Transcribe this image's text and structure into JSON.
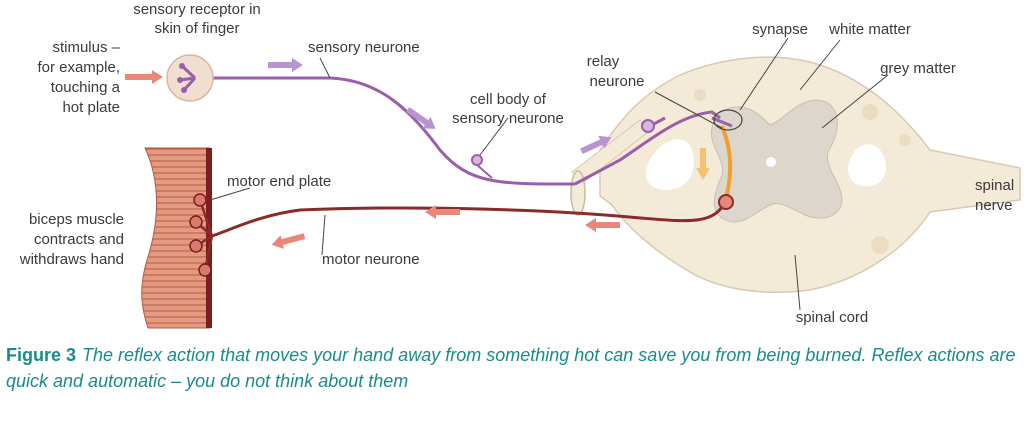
{
  "labels": {
    "receptor_1": "sensory receptor in",
    "receptor_2": "skin of finger",
    "stimulus_1": "stimulus –",
    "stimulus_2": "for example,",
    "stimulus_3": "touching a",
    "stimulus_4": "hot plate",
    "sensory_neurone": "sensory neurone",
    "cell_body_1": "cell body of",
    "cell_body_2": "sensory neurone",
    "relay_1": "relay",
    "relay_2": "neurone",
    "synapse": "synapse",
    "white_matter": "white matter",
    "grey_matter": "grey matter",
    "spinal_nerve_1": "spinal",
    "spinal_nerve_2": "nerve",
    "spinal_cord": "spinal cord",
    "motor_end_plate": "motor end plate",
    "motor_neurone": "motor neurone",
    "biceps_1": "biceps muscle",
    "biceps_2": "contracts and",
    "biceps_3": "withdraws hand"
  },
  "caption": {
    "figure": "Figure 3",
    "text": "The reflex action that moves your hand away from something hot can save you from being burned. Reflex actions are quick and automatic – you do not think about them"
  },
  "colors": {
    "sensory": "#9b5ea8",
    "motor": "#8b2a2a",
    "relay": "#f0a030",
    "cord": "#f3ead8",
    "grey": "#ddd6cc",
    "caption": "#1a8a8a"
  }
}
